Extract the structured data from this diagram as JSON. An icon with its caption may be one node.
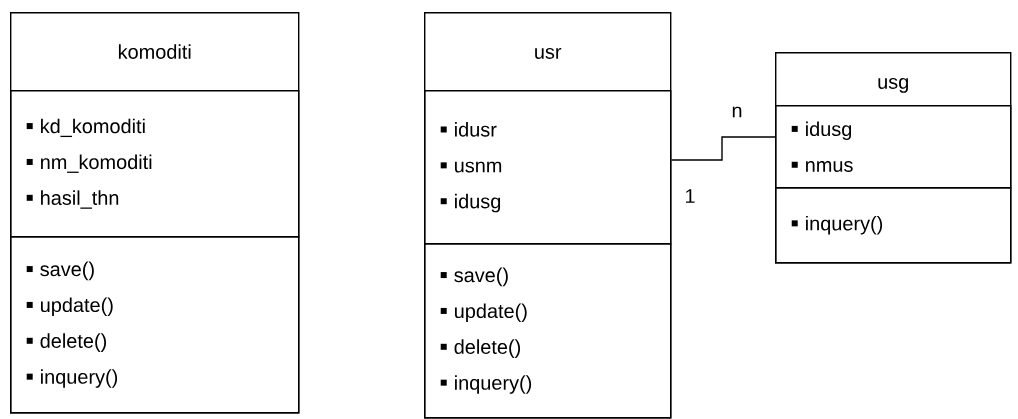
{
  "diagram": {
    "nodes": [
      {
        "text": [
          "komoditi"
        ]
      },
      {
        "text": [
          "kd_komoditi",
          "nm_komoditi",
          "hasil_thn"
        ],
        "in": 0
      },
      {
        "text": [
          "save()",
          "update()",
          "delete()",
          "inquery()"
        ],
        "in": 0
      },
      {
        "text": [
          "usr"
        ]
      },
      {
        "text": [
          "idusr",
          "usnm",
          "idusg"
        ],
        "in": 3
      },
      {
        "text": [
          "save()",
          "update()",
          "delete()",
          "inquery()"
        ],
        "in": 3
      },
      {
        "text": [
          "usg"
        ]
      },
      {
        "text": [
          "idusg",
          "nmus"
        ],
        "in": 6
      },
      {
        "text": [
          "inquery()"
        ],
        "in": 6
      }
    ],
    "edges": [
      {
        "from": 3,
        "to": 6,
        "arrow": "none"
      }
    ],
    "labels": [
      "n",
      "1"
    ]
  }
}
